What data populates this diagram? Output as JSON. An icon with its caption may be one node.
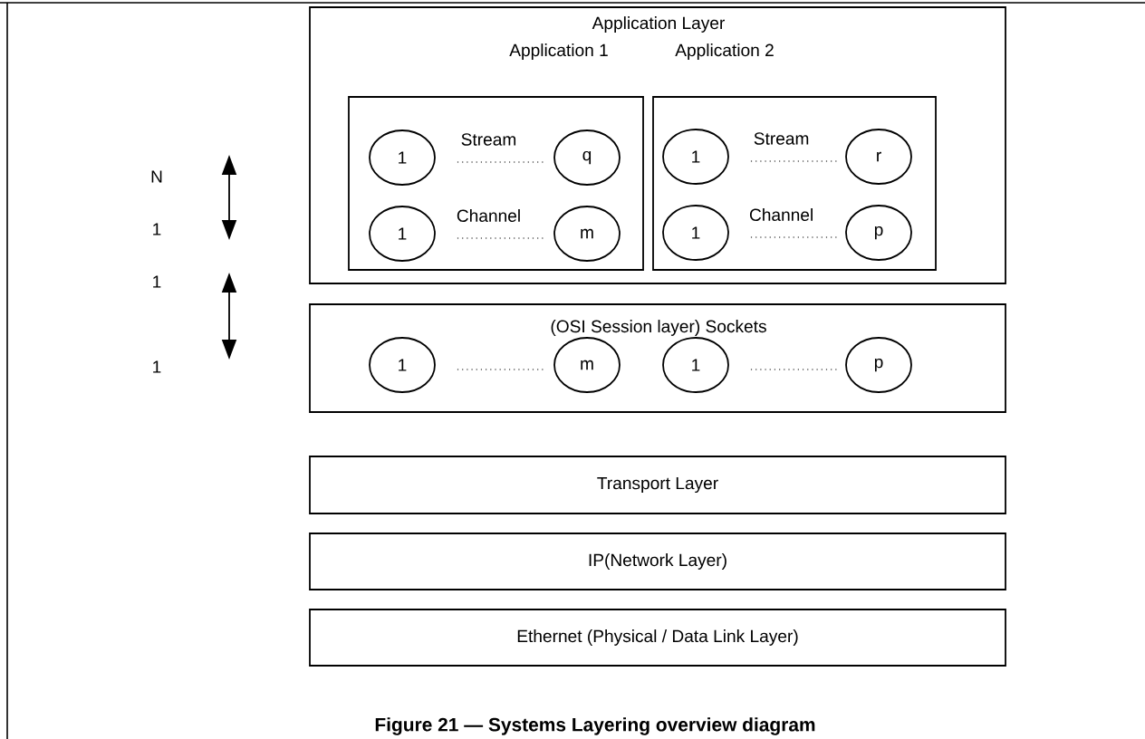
{
  "diagram": {
    "caption": "Figure 21 — Systems Layering overview diagram",
    "nodes": [
      {
        "text": [
          "Application Layer",
          "Application 1",
          "Application 2"
        ]
      },
      {
        "text": [],
        "shape": "box",
        "in": 0
      },
      {
        "text": [
          "1"
        ],
        "in": 1
      },
      {
        "text": [
          "q"
        ],
        "in": 1
      },
      {
        "text": [
          "1"
        ],
        "in": 1
      },
      {
        "text": [
          "m"
        ],
        "in": 1
      },
      {
        "text": [],
        "shape": "box",
        "in": 0
      },
      {
        "text": [
          "1"
        ],
        "in": 6
      },
      {
        "text": [
          "r"
        ],
        "in": 6
      },
      {
        "text": [
          "1"
        ],
        "in": 6
      },
      {
        "text": [
          "p"
        ],
        "in": 6
      },
      {
        "text": [
          "(OSI Session layer) Sockets"
        ]
      },
      {
        "text": [
          "1"
        ],
        "in": 11
      },
      {
        "text": [
          "m"
        ],
        "in": 11
      },
      {
        "text": [
          "1"
        ],
        "in": 11
      },
      {
        "text": [
          "p"
        ],
        "in": 11
      },
      {
        "text": [
          "Transport Layer"
        ]
      },
      {
        "text": [
          "IP(Network Layer)"
        ]
      },
      {
        "text": [
          "Ethernet (Physical / Data Link Layer)"
        ]
      }
    ],
    "edges": [
      {
        "from": 2,
        "to": 3,
        "arrow": "none",
        "label": "Stream",
        "style": "dashed"
      },
      {
        "from": 4,
        "to": 5,
        "arrow": "none",
        "label": "Channel",
        "style": "dashed"
      },
      {
        "from": 7,
        "to": 8,
        "arrow": "none",
        "label": "Stream",
        "style": "dashed"
      },
      {
        "from": 9,
        "to": 10,
        "arrow": "none",
        "label": "Channel",
        "style": "dashed"
      },
      {
        "from": 12,
        "to": 13,
        "arrow": "none",
        "style": "dashed"
      },
      {
        "from": 14,
        "to": 15,
        "arrow": "none",
        "style": "dashed"
      }
    ],
    "labels": [
      "N",
      "1",
      "1",
      "1"
    ]
  }
}
